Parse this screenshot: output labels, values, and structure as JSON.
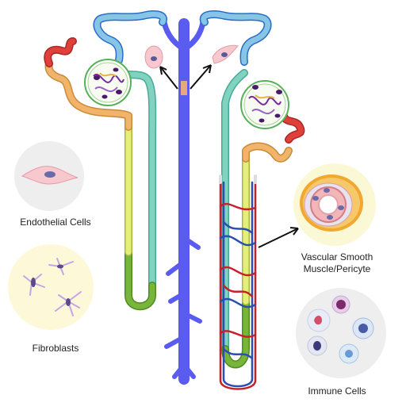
{
  "labels": {
    "endothelial": "Endothelial Cells",
    "fibroblasts": "Fibroblasts",
    "vascular_smooth_muscle": "Vascular Smooth\nMuscle/Pericyte",
    "immune": "Immune Cells"
  },
  "colors": {
    "collecting_duct": "#5a5cf0",
    "distal_tubule": "#86c5e6",
    "proximal_tubule": "#f2b46a",
    "afferent": "#e0403a",
    "thick_limb": "#7fd3bf",
    "thin_limb": "#e3ef7a",
    "loop_bottom": "#78b63a",
    "artery": "#c8202a",
    "vein": "#2a4fb0",
    "glomerulus": "#7a2a9a",
    "endothelial_cell": "#f4b9c1",
    "fibroblast": "#c7a3e8",
    "bg_circle_light": "#efefef",
    "bg_circle_yellow": "#fdf8d8"
  },
  "icons": [
    "glomerulus-icon",
    "endothelial-cell-icon",
    "fibroblast-icon",
    "smooth-muscle-vessel-icon",
    "immune-cell-icon",
    "arrow-icon"
  ]
}
